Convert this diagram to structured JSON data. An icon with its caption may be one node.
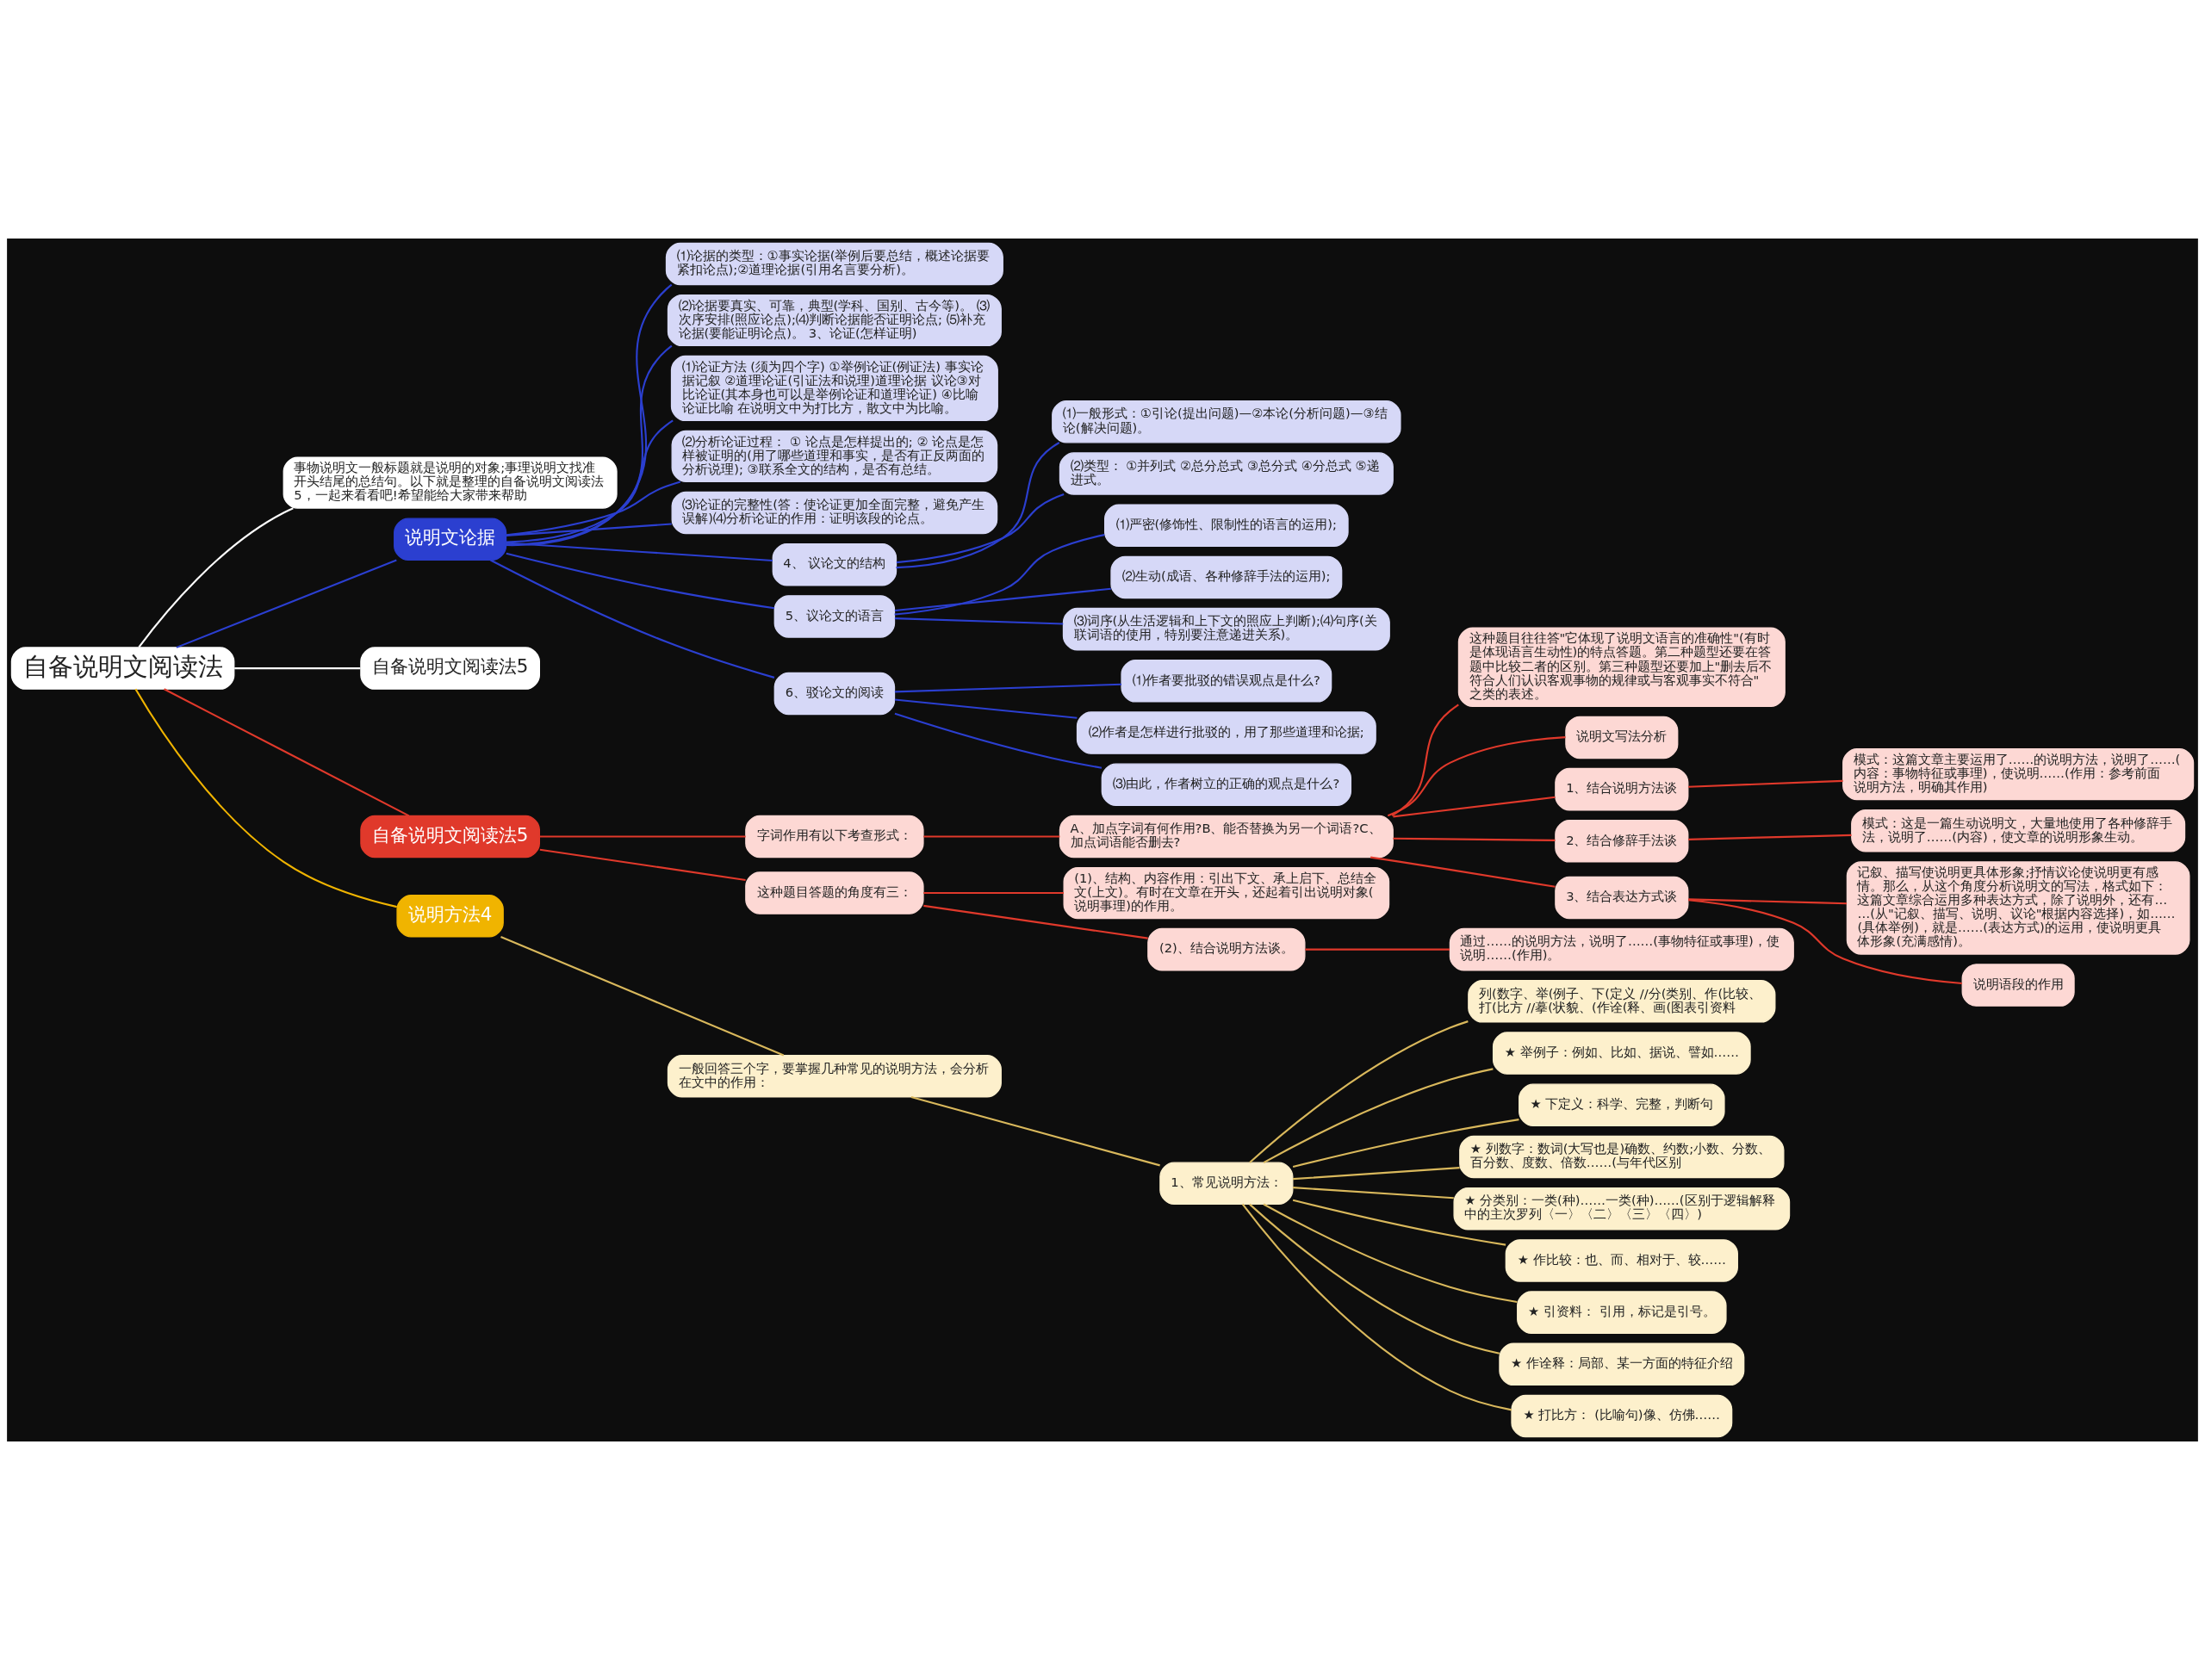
{
  "diagram": {
    "nodes": [
      {
        "text": [
          "自备说明文阅读法"
        ]
      },
      {
        "text": [
          "事物说明文一般标题就是说明的对象;事理说明文找准开头结尾的总结句。以下就是整理的自备说明文阅读法5，一起来看看吧!希望能给大家带来帮助"
        ]
      },
      {
        "text": [
          "说明文论据"
        ]
      },
      {
        "text": [
          "⑴论据的类型：①事实论据(举例后要总结，概述论据要紧扣论点);②道理论据(引用名言要分析)。"
        ]
      },
      {
        "text": [
          "⑵论据要真实、可靠，典型(学科、国别、古今等)。 ⑶次序安排(照应论点);⑷判断论据能否证明论点; ⑸补充论据(要能证明论点)。 3、论证(怎样证明)"
        ]
      },
      {
        "text": [
          "⑴论证方法 (须为四个字) ①举例论证(例证法) 事实论据记叙 ②道理论证(引证法和说理)道理论据 议论③对比论证(其本身也可以是举例论证和道理论证) ④比喻论证比喻 在说明文中为打比方，散文中为比喻。"
        ]
      },
      {
        "text": [
          "⑵分析论证过程： ① 论点是怎样提出的; ② 论点是怎样被证明的(用了哪些道理和事实，是否有正反两面的分析说理); ③联系全文的结构，是否有总结。"
        ]
      },
      {
        "text": [
          "⑶论证的完整性(答：使论证更加全面完整，避免产生误解)⑷分析论证的作用：证明该段的论点。"
        ]
      },
      {
        "text": [
          "4、 议论文的结构"
        ]
      },
      {
        "text": [
          "⑴一般形式：①引论(提出问题)—②本论(分析问题)—③结论(解决问题)。"
        ]
      },
      {
        "text": [
          "⑵类型： ①并列式 ②总分总式 ③总分式 ④分总式 ⑤递进式。"
        ]
      },
      {
        "text": [
          "5、议论文的语言"
        ]
      },
      {
        "text": [
          "⑴严密(修饰性、限制性的语言的运用);"
        ]
      },
      {
        "text": [
          "⑵生动(成语、各种修辞手法的运用);"
        ]
      },
      {
        "text": [
          "⑶词序(从生活逻辑和上下文的照应上判断);⑷句序(关联词语的使用，特别要注意递进关系)。"
        ]
      },
      {
        "text": [
          "6、驳论文的阅读"
        ]
      },
      {
        "text": [
          "⑴作者要批驳的错误观点是什么?"
        ]
      },
      {
        "text": [
          "⑵作者是怎样进行批驳的，用了那些道理和论据;"
        ]
      },
      {
        "text": [
          "⑶由此，作者树立的正确的观点是什么?"
        ]
      },
      {
        "text": [
          "自备说明文阅读法5"
        ]
      },
      {
        "text": [
          "自备说明文阅读法5"
        ]
      },
      {
        "text": [
          "字词作用有以下考查形式："
        ]
      },
      {
        "text": [
          "A、加点字词有何作用?B、能否替换为另一个词语?C、加点词语能否删去?"
        ]
      },
      {
        "text": [
          "这种题目往往答\"它体现了说明文语言的准确性\"(有时是体现语言生动性)的特点答题。第二种题型还要在答题中比较二者的区别。第三种题型还要加上\"删去后不符合人们认识客观事物的规律或与客观事实不符合\" 之类的表述。"
        ]
      },
      {
        "text": [
          "说明文写法分析"
        ]
      },
      {
        "text": [
          "1、结合说明方法谈"
        ]
      },
      {
        "text": [
          "模式：这篇文章主要运用了……的说明方法，说明了……(内容：事物特征或事理)，使说明……(作用：参考前面说明方法，明确其作用)"
        ]
      },
      {
        "text": [
          "2、结合修辞手法谈"
        ]
      },
      {
        "text": [
          "模式：这是一篇生动说明文，大量地使用了各种修辞手法，说明了……(内容)，使文章的说明形象生动。"
        ]
      },
      {
        "text": [
          "3、结合表达方式谈"
        ]
      },
      {
        "text": [
          "记叙、描写使说明更具体形象;抒情议论使说明更有感情。那么，从这个角度分析说明文的写法，格式如下：这篇文章综合运用多种表达方式，除了说明外，还有……(从\"记叙、描写、说明、议论\"根据内容选择)，如……(具体举例)，就是……(表达方式)的运用，使说明更具体形象(充满感情)。"
        ]
      },
      {
        "text": [
          "说明语段的作用"
        ]
      },
      {
        "text": [
          "这种题目答题的角度有三："
        ]
      },
      {
        "text": [
          "(1)、结构、内容作用：引出下文、承上启下、总结全文(上文)。有时在文章在开头，还起着引出说明对象(说明事理)的作用。"
        ]
      },
      {
        "text": [
          "(2)、结合说明方法谈。"
        ]
      },
      {
        "text": [
          "通过……的说明方法，说明了……(事物特征或事理)，使说明……(作用)。"
        ]
      },
      {
        "text": [
          "说明方法4"
        ]
      },
      {
        "text": [
          "一般回答三个字，要掌握几种常见的说明方法，会分析在文中的作用："
        ]
      },
      {
        "text": [
          "1、常见说明方法："
        ]
      },
      {
        "text": [
          "列(数字、举(例子、下(定义 //分(类别、作(比较、打(比方 //摹(状貌、(作诠(释、画(图表引资料"
        ]
      },
      {
        "text": [
          "★ 举例子：例如、比如、据说、譬如……"
        ]
      },
      {
        "text": [
          "★ 下定义：科学、完整，判断句"
        ]
      },
      {
        "text": [
          "★ 列数字：数词(大写也是)确数、约数;小数、分数、百分数、度数、倍数……(与年代区别"
        ]
      },
      {
        "text": [
          "★ 分类别：一类(种)……一类(种)……(区别于逻辑解释中的主次罗列〈一〉〈二〉〈三〉〈四〉)"
        ]
      },
      {
        "text": [
          "★ 作比较：也、而、相对于、较……"
        ]
      },
      {
        "text": [
          "★ 引资料： 引用，标记是引号。"
        ]
      },
      {
        "text": [
          "★ 作诠释：局部、某一方面的特征介绍"
        ]
      },
      {
        "text": [
          "★ 打比方： (比喻句)像、仿佛……"
        ]
      }
    ],
    "edges": [
      {
        "from": 0,
        "to": 1,
        "arrow": "none",
        "color": "#ffffff"
      },
      {
        "from": 0,
        "to": 2,
        "arrow": "none",
        "color": "#2b3fd0"
      },
      {
        "from": 2,
        "to": 3,
        "arrow": "none",
        "color": "#2b3fd0"
      },
      {
        "from": 2,
        "to": 4,
        "arrow": "none",
        "color": "#2b3fd0"
      },
      {
        "from": 2,
        "to": 5,
        "arrow": "none",
        "color": "#2b3fd0"
      },
      {
        "from": 2,
        "to": 6,
        "arrow": "none",
        "color": "#2b3fd0"
      },
      {
        "from": 2,
        "to": 7,
        "arrow": "none",
        "color": "#2b3fd0"
      },
      {
        "from": 2,
        "to": 8,
        "arrow": "none",
        "color": "#2b3fd0"
      },
      {
        "from": 8,
        "to": 9,
        "arrow": "none",
        "color": "#2b3fd0"
      },
      {
        "from": 8,
        "to": 10,
        "arrow": "none",
        "color": "#2b3fd0"
      },
      {
        "from": 2,
        "to": 11,
        "arrow": "none",
        "color": "#2b3fd0"
      },
      {
        "from": 11,
        "to": 12,
        "arrow": "none",
        "color": "#2b3fd0"
      },
      {
        "from": 11,
        "to": 13,
        "arrow": "none",
        "color": "#2b3fd0"
      },
      {
        "from": 11,
        "to": 14,
        "arrow": "none",
        "color": "#2b3fd0"
      },
      {
        "from": 2,
        "to": 15,
        "arrow": "none",
        "color": "#2b3fd0"
      },
      {
        "from": 15,
        "to": 16,
        "arrow": "none",
        "color": "#2b3fd0"
      },
      {
        "from": 15,
        "to": 17,
        "arrow": "none",
        "color": "#2b3fd0"
      },
      {
        "from": 15,
        "to": 18,
        "arrow": "none",
        "color": "#2b3fd0"
      },
      {
        "from": 0,
        "to": 19,
        "arrow": "none",
        "color": "#ffffff"
      },
      {
        "from": 0,
        "to": 20,
        "arrow": "none",
        "color": "#e0392b"
      },
      {
        "from": 20,
        "to": 21,
        "arrow": "none",
        "color": "#e0392b"
      },
      {
        "from": 21,
        "to": 22,
        "arrow": "none",
        "color": "#e0392b"
      },
      {
        "from": 22,
        "to": 23,
        "arrow": "none",
        "color": "#e0392b"
      },
      {
        "from": 22,
        "to": 24,
        "arrow": "none",
        "color": "#e0392b"
      },
      {
        "from": 22,
        "to": 25,
        "arrow": "none",
        "color": "#e0392b"
      },
      {
        "from": 25,
        "to": 26,
        "arrow": "none",
        "color": "#e0392b"
      },
      {
        "from": 22,
        "to": 27,
        "arrow": "none",
        "color": "#e0392b"
      },
      {
        "from": 27,
        "to": 28,
        "arrow": "none",
        "color": "#e0392b"
      },
      {
        "from": 22,
        "to": 29,
        "arrow": "none",
        "color": "#e0392b"
      },
      {
        "from": 29,
        "to": 30,
        "arrow": "none",
        "color": "#e0392b"
      },
      {
        "from": 29,
        "to": 31,
        "arrow": "none",
        "color": "#e0392b"
      },
      {
        "from": 20,
        "to": 32,
        "arrow": "none",
        "color": "#e0392b"
      },
      {
        "from": 32,
        "to": 33,
        "arrow": "none",
        "color": "#e0392b"
      },
      {
        "from": 32,
        "to": 34,
        "arrow": "none",
        "color": "#e0392b"
      },
      {
        "from": 34,
        "to": 35,
        "arrow": "none",
        "color": "#e0392b"
      },
      {
        "from": 0,
        "to": 36,
        "arrow": "none",
        "color": "#f0b400"
      },
      {
        "from": 36,
        "to": 37,
        "arrow": "none",
        "color": "#d9b85c"
      },
      {
        "from": 37,
        "to": 38,
        "arrow": "none",
        "color": "#d9b85c"
      },
      {
        "from": 38,
        "to": 39,
        "arrow": "none",
        "color": "#d9b85c"
      },
      {
        "from": 38,
        "to": 40,
        "arrow": "none",
        "color": "#d9b85c"
      },
      {
        "from": 38,
        "to": 41,
        "arrow": "none",
        "color": "#d9b85c"
      },
      {
        "from": 38,
        "to": 42,
        "arrow": "none",
        "color": "#d9b85c"
      },
      {
        "from": 38,
        "to": 43,
        "arrow": "none",
        "color": "#d9b85c"
      },
      {
        "from": 38,
        "to": 44,
        "arrow": "none",
        "color": "#d9b85c"
      },
      {
        "from": 38,
        "to": 45,
        "arrow": "none",
        "color": "#d9b85c"
      },
      {
        "from": 38,
        "to": 46,
        "arrow": "none",
        "color": "#d9b85c"
      },
      {
        "from": 38,
        "to": 47,
        "arrow": "none",
        "color": "#d9b85c"
      }
    ]
  }
}
